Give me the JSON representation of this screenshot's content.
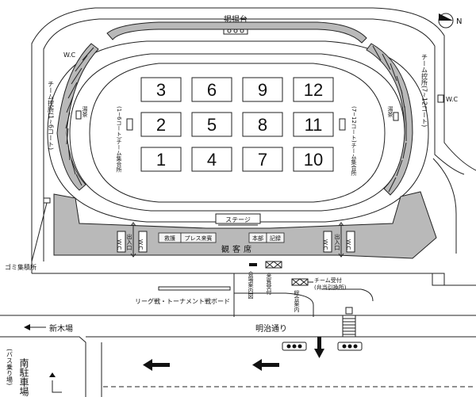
{
  "compass": {
    "label": "N"
  },
  "top": {
    "flagpole_stand": "掲揚台"
  },
  "left": {
    "wc_top": "W.C",
    "team_area_label": "チーム控所(1~6コート)",
    "water_station": "湯茶",
    "gather_area": "(1~6コート)チーム集合所",
    "garbage": "ゴミ集積所"
  },
  "right": {
    "team_area_label": "チーム控所(7~12コート)",
    "wc": "W.C",
    "water_station": "湯茶",
    "gather_area": "(7~12コート)チーム集合所"
  },
  "courts": [
    {
      "num": "3"
    },
    {
      "num": "6"
    },
    {
      "num": "9"
    },
    {
      "num": "12"
    },
    {
      "num": "2"
    },
    {
      "num": "5"
    },
    {
      "num": "8"
    },
    {
      "num": "11"
    },
    {
      "num": "1"
    },
    {
      "num": "4"
    },
    {
      "num": "7"
    },
    {
      "num": "10"
    }
  ],
  "stage": {
    "label": "ステージ"
  },
  "stands": {
    "label": "観客席",
    "wc": "W.C",
    "entrance": "出入口",
    "rescue": "救護",
    "press": "プレス来賓",
    "hq": "本部",
    "record": "記録"
  },
  "lower": {
    "venue_map": "会場案内図",
    "guest_reception": "来賓受付",
    "general_info": "総合案内",
    "team_reception": "チーム受付",
    "team_reception_sub": "(弁当引換所)",
    "board": "リーグ戦・トーナメント戦ボード"
  },
  "street": {
    "shinkiba": "新木場",
    "meiji": "明治通り"
  },
  "parking": {
    "name": "南駐車場",
    "bus": "(バス乗り場)"
  }
}
